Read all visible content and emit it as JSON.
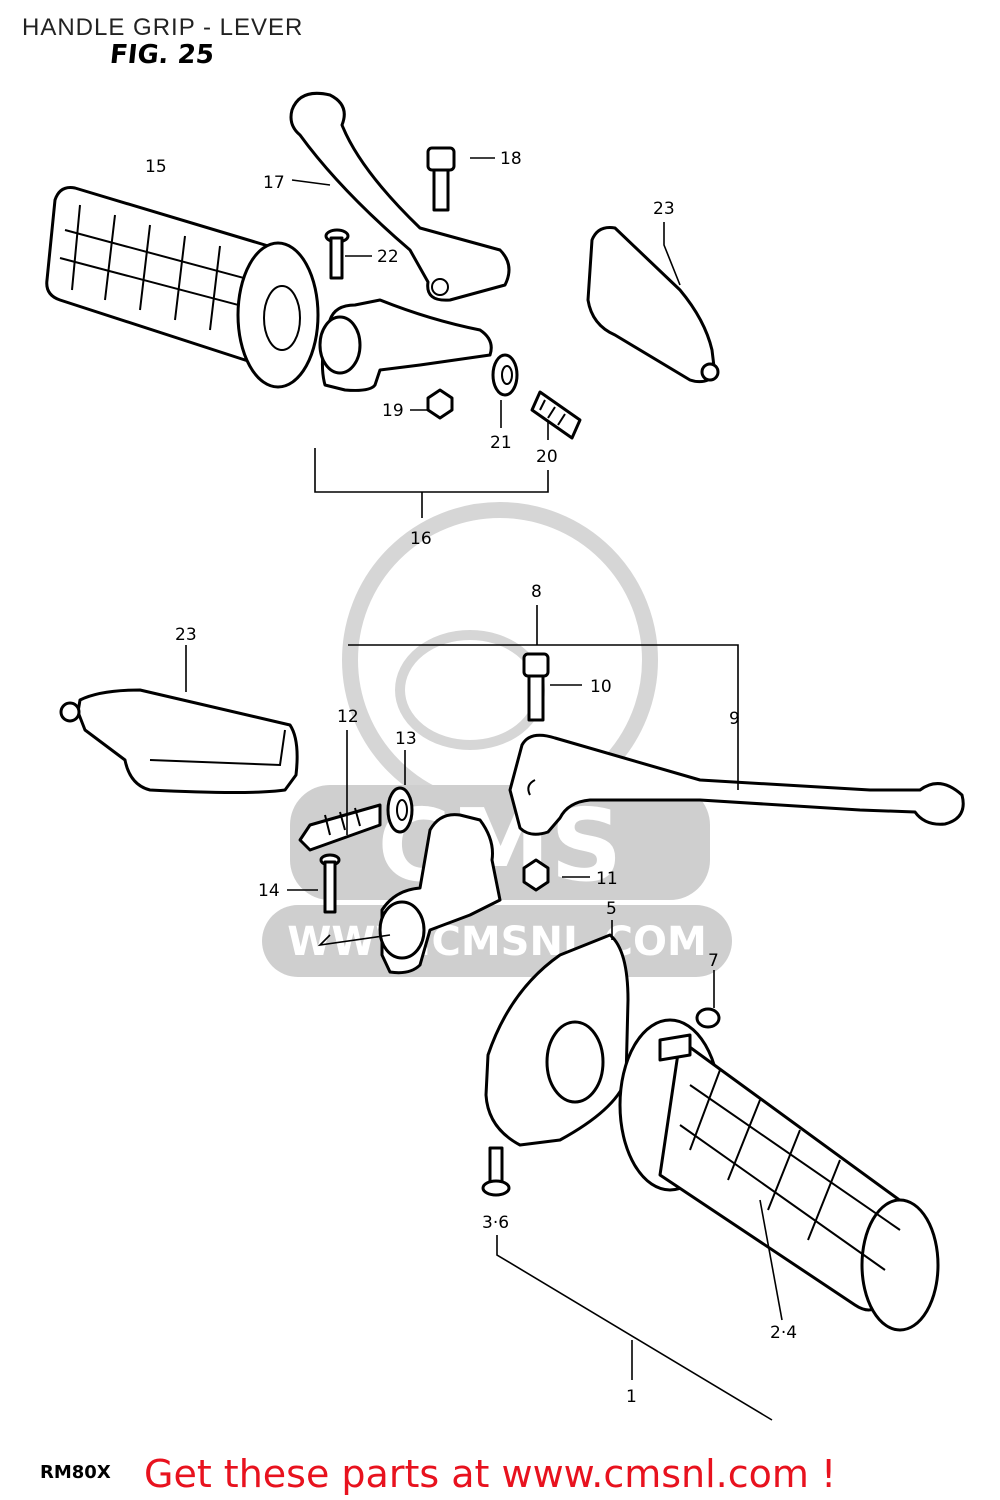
{
  "title": "HANDLE GRIP - LEVER",
  "figure": "FIG. 25",
  "model": "RM80X",
  "promo_text": "Get these parts at www.cmsnl.com !",
  "watermark": {
    "brand": "CMS",
    "url": "WWW.CMSNL.COM",
    "color": "#cfcfcf"
  },
  "callouts": [
    {
      "id": "c15",
      "label": "15"
    },
    {
      "id": "c17",
      "label": "17"
    },
    {
      "id": "c18",
      "label": "18"
    },
    {
      "id": "c22",
      "label": "22"
    },
    {
      "id": "c23a",
      "label": "23"
    },
    {
      "id": "c19",
      "label": "19"
    },
    {
      "id": "c21",
      "label": "21"
    },
    {
      "id": "c20",
      "label": "20"
    },
    {
      "id": "c16",
      "label": "16"
    },
    {
      "id": "c8",
      "label": "8"
    },
    {
      "id": "c23b",
      "label": "23"
    },
    {
      "id": "c10",
      "label": "10"
    },
    {
      "id": "c12",
      "label": "12"
    },
    {
      "id": "c13",
      "label": "13"
    },
    {
      "id": "c9",
      "label": "9"
    },
    {
      "id": "c14",
      "label": "14"
    },
    {
      "id": "c11",
      "label": "11"
    },
    {
      "id": "c5",
      "label": "5"
    },
    {
      "id": "c7",
      "label": "7"
    },
    {
      "id": "c3-6",
      "label": "3·6"
    },
    {
      "id": "c2-4",
      "label": "2·4"
    },
    {
      "id": "c1",
      "label": "1"
    }
  ],
  "colors": {
    "ink": "#000000",
    "promo": "#e8121e",
    "background": "#ffffff"
  }
}
